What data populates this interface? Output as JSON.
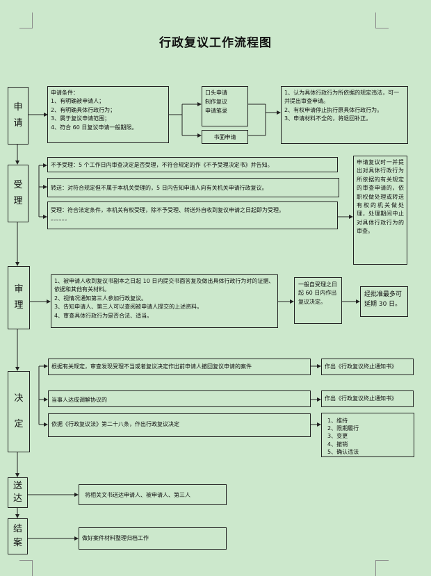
{
  "title": "行政复议工作流程图",
  "stages": {
    "apply": [
      "申",
      "请"
    ],
    "accept": [
      "受",
      "理"
    ],
    "review": [
      "审",
      "理"
    ],
    "decide": [
      "决",
      "定"
    ],
    "deliver": [
      "送",
      "达"
    ],
    "close": [
      "结",
      "案"
    ]
  },
  "apply": {
    "conditions": [
      "申请条件：",
      "1、有明确被申请人；",
      "2、有明确具体行政行为；",
      "3、属于复议申请范围；",
      "4、符合 60 日复议申请一般期限。"
    ],
    "oral": [
      "口头申请",
      "制作复议",
      "申请笔录"
    ],
    "written": "书面申请",
    "rights": [
      "1、认为具体行政行为所依据的规定违法，可一并提出审查申请。",
      "2、有权申请停止执行原具体行政行为。",
      "3、申请材料不全的，将退回补正。"
    ]
  },
  "accept": {
    "reject": "不予受理：5 个工作日内审查决定是否受理，不符合规定的作《不予受理决定书》并告知。",
    "forward": "转送：对符合规定但不属于本机关受理的，5 日内告知申请人向有关机关申请行政复议。",
    "accepted": "受理：符合法定条件，本机关有权受理，除不予受理、转送外自收到复议申请之日起即为受理。",
    "dots": "。。。。。。",
    "side": "申请复议时一并提出对具体行政行为所依据的有关规定的审查申请的，依职权做处理或转送有权的机关做处理，处理期间中止对具体行政行为的审查。"
  },
  "review": {
    "items": [
      "1、被申请人收到复议书副本之日起 10 日内提交书面答复及做出具体行政行为时的证据、依据和其他有关材料。",
      "2、视情况通知第三人参加行政复议。",
      "3、告知申请人、第三人可以查阅被申请人提交的上述资料。",
      "4、审查具体行政行为是否合法、适当。"
    ],
    "period": "一般自受理之日起 60 日内作出复议决定。",
    "extend": "经批准最多可延期 30 日。"
  },
  "decide": {
    "withdraw": "根据有关规定，审查发现受理不当或者复议决定作出前申请人撤回复议申请的案件",
    "withdraw_out": "作出《行政复议终止通知书》",
    "mediate": "当事人达成调解协议的",
    "mediate_out": "作出《行政复议终止通知书》",
    "law": "依据《行政复议法》第二十八条，作出行政复议决定",
    "results": [
      "1、维持",
      "2、限期履行",
      "3、变更",
      "4、撤销",
      "5、确认违法"
    ]
  },
  "deliver": {
    "text": "将相关文书送达申请人、被申请人、第三人"
  },
  "close": {
    "text": "做好案件材料整理归档工作"
  }
}
